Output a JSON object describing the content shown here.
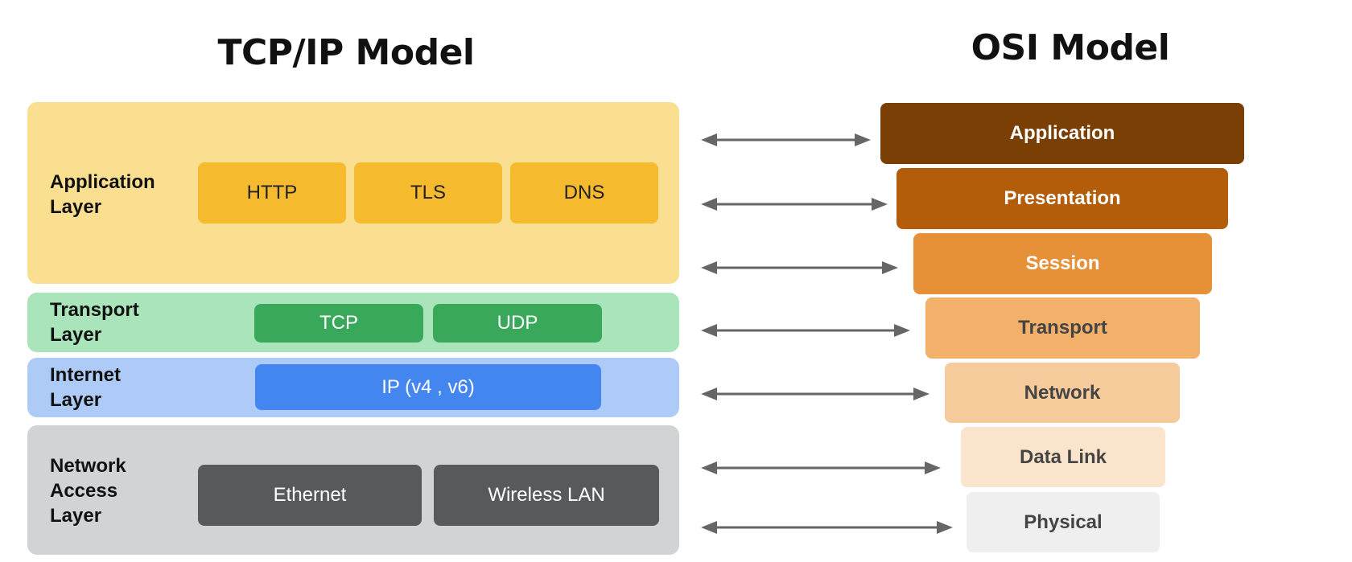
{
  "tcpip": {
    "title": "TCP/IP Model",
    "layers": [
      {
        "label": "Application\nLayer",
        "color": "#f9df8f",
        "protocol_color": "#f6ba2e",
        "protocols": [
          "HTTP",
          "TLS",
          "DNS"
        ]
      },
      {
        "label": "Transport\nLayer",
        "color": "#a9e4bb",
        "protocol_color": "#3aa85a",
        "protocols": [
          "TCP",
          "UDP"
        ]
      },
      {
        "label": "Internet\nLayer",
        "color": "#aecbf8",
        "protocol_color": "#4486f0",
        "protocols": [
          "IP (v4 , v6)"
        ]
      },
      {
        "label": "Network\nAccess\nLayer",
        "color": "#d1d3d4",
        "protocol_color": "#58595b",
        "protocols": [
          "Ethernet",
          "Wireless LAN"
        ]
      }
    ]
  },
  "osi": {
    "title": "OSI Model",
    "layers": [
      {
        "label": "Application",
        "color": "#7a3f04",
        "text_color": "#ffffff"
      },
      {
        "label": "Presentation",
        "color": "#b35c0a",
        "text_color": "#ffffff"
      },
      {
        "label": "Session",
        "color": "#e69138",
        "text_color": "#ffffff"
      },
      {
        "label": "Transport",
        "color": "#f2b06b",
        "text_color": "#444444"
      },
      {
        "label": "Network",
        "color": "#f6cb9c",
        "text_color": "#444444"
      },
      {
        "label": "Data Link",
        "color": "#fbe4cc",
        "text_color": "#444444"
      },
      {
        "label": "Physical",
        "color": "#efefef",
        "text_color": "#444444"
      }
    ]
  },
  "arrow_color": "#666666"
}
